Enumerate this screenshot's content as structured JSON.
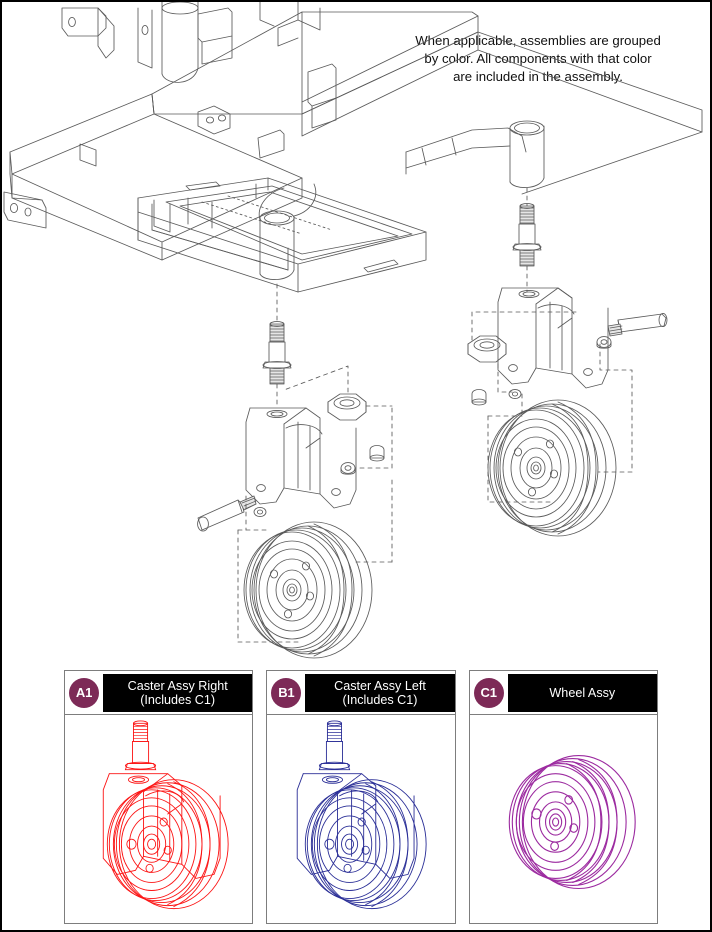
{
  "page": {
    "title": "Caster Assembly Exploded Parts Diagram",
    "background_color": "#ffffff",
    "border_color": "#000000"
  },
  "note": {
    "text": "When applicable, assemblies are grouped\nby color. All components with that color\nare included in the assembly."
  },
  "drawing": {
    "name": "exploded-assembly-drawing",
    "line_color": "#5a5a5a",
    "description": "Isometric line art of a power wheelchair base frame with two exploded front caster assemblies",
    "callout_line_style": "dashed",
    "components": [
      "base-frame",
      "battery-tray",
      "caster-socket-tube-left",
      "caster-socket-tube-right",
      "caster-stem-bolt-left",
      "caster-stem-bolt-right",
      "caster-fork-left",
      "caster-fork-right",
      "lock-nut-left",
      "lock-nut-right",
      "axle-bolt-left",
      "axle-bolt-right",
      "washer-left",
      "washer-right",
      "wheel-left",
      "wheel-right"
    ]
  },
  "legend": {
    "badge_color": "#7d2a57",
    "panel_border_color": "#7d7d7d",
    "label_background": "#000000",
    "label_text_color": "#ffffff",
    "items": [
      {
        "id": "A1",
        "label": "Caster Assy Right\n(Includes C1)",
        "drawing_color": "#fc1515",
        "drawing_name": "caster-assy-right-drawing"
      },
      {
        "id": "B1",
        "label": "Caster Assy Left\n(Includes C1)",
        "drawing_color": "#2b2f97",
        "drawing_name": "caster-assy-left-drawing"
      },
      {
        "id": "C1",
        "label": "Wheel Assy",
        "drawing_color": "#9c2ba0",
        "drawing_name": "wheel-assy-drawing"
      }
    ]
  }
}
